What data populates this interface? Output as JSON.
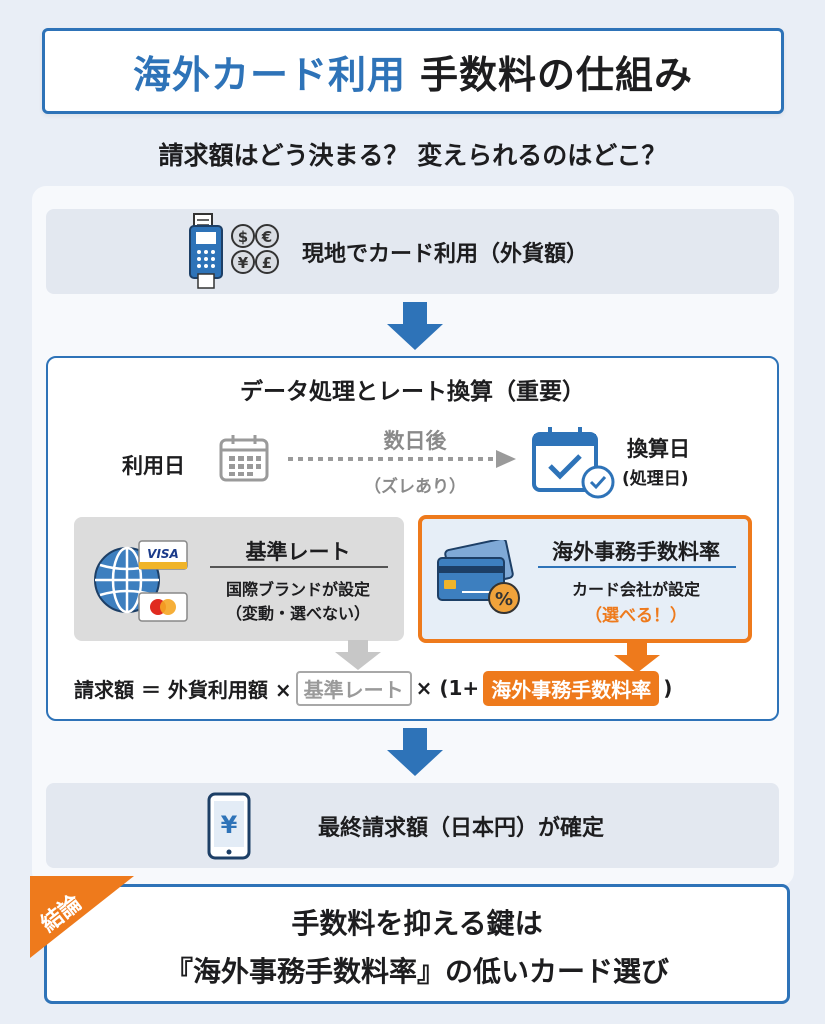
{
  "title": {
    "highlight": "海外カード利用",
    "rest": "手数料の仕組み"
  },
  "subtitle": "請求額はどう決まる？ 変えられるのはどこ？",
  "step1": {
    "label": "現地でカード利用（外貨額）"
  },
  "process": {
    "title": "データ処理とレート換算（重要）",
    "usage_date": "利用日",
    "delay_top": "数日後",
    "delay_bottom": "（ズレあり）",
    "conversion_date": "換算日",
    "conversion_date_note": "(処理日)",
    "base_rate": {
      "title": "基準レート",
      "line1": "国際ブランドが設定",
      "line2": "（変動・選べない）",
      "card_brand": "VISA"
    },
    "fee_rate": {
      "title": "海外事務手数料率",
      "line1": "カード会社が設定",
      "line2": "（選べる！）"
    },
    "formula": {
      "lhs": "請求額 ＝ 外貨利用額 ×",
      "base": "基準レート",
      "mid": "× (1+",
      "fee": "海外事務手数料率",
      "end": ")"
    }
  },
  "step3": {
    "label": "最終請求額（日本円）が確定"
  },
  "conclusion": {
    "tag": "結論",
    "line1": "手数料を抑える鍵は",
    "line2": "『海外事務手数料率』の低いカード選び"
  },
  "colors": {
    "blue": "#2e73b8",
    "orange": "#ee7a1c",
    "gray": "#dcdcdc"
  }
}
